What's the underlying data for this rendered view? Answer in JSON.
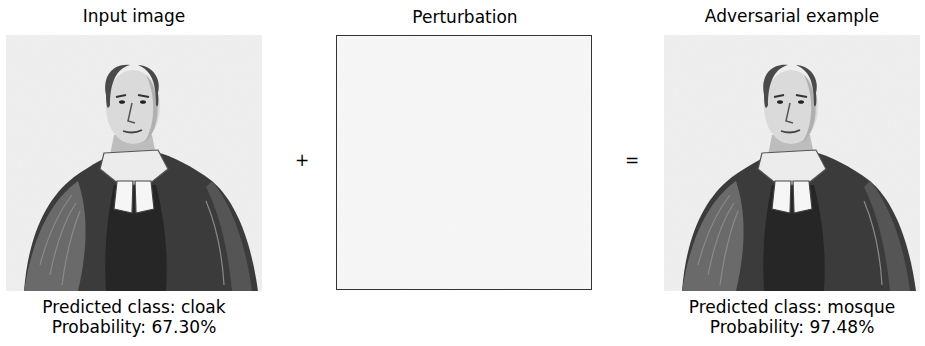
{
  "diagram": {
    "nodes": [
      {
        "text": [
          "Input image",
          "Predicted class: cloak",
          "Probability: 67.30%"
        ]
      },
      {
        "text": [
          "Perturbation"
        ]
      },
      {
        "text": [
          "Adversarial example",
          "Predicted class: mosque",
          "Probability: 97.48%"
        ]
      }
    ],
    "labels": [
      "+",
      "="
    ]
  }
}
